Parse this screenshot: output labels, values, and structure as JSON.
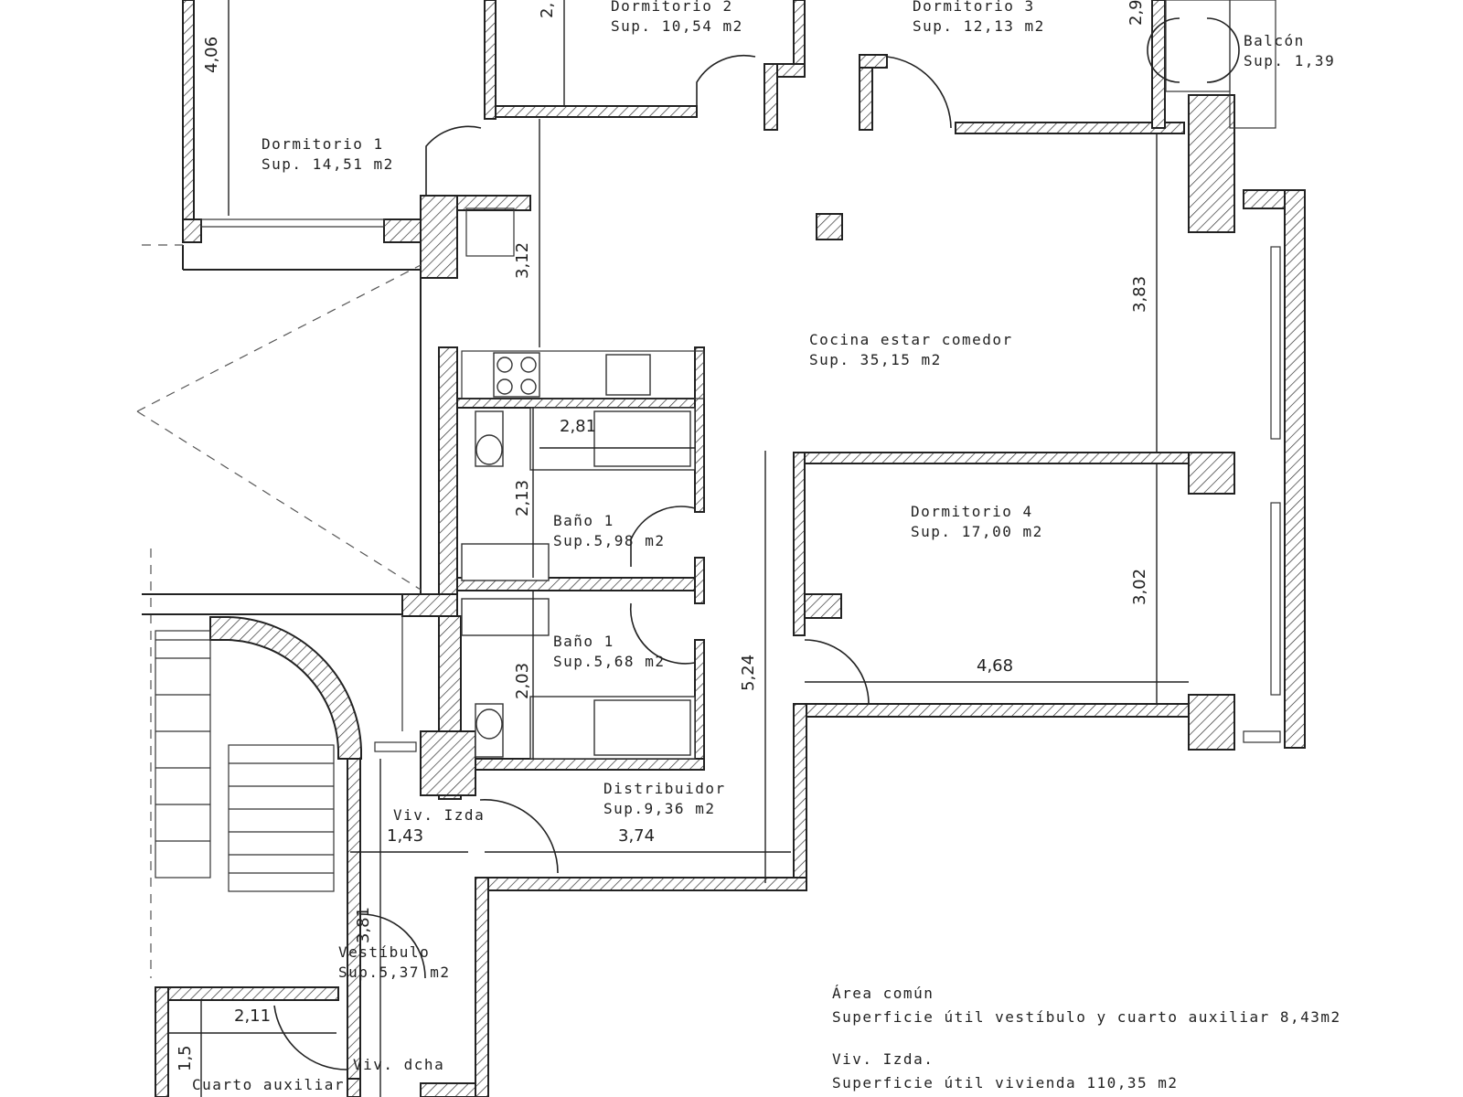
{
  "rooms": [
    {
      "name": "Dormitorio 1",
      "area": "Sup. 14,51 m2"
    },
    {
      "name": "Dormitorio 2",
      "area": "Sup. 10,54 m2"
    },
    {
      "name": "Dormitorio 3",
      "area": "Sup. 12,13 m2"
    },
    {
      "name": "Balcón",
      "area": "Sup. 1,39"
    },
    {
      "name": "Cocina estar comedor",
      "area": "Sup. 35,15 m2"
    },
    {
      "name": "Dormitorio 4",
      "area": "Sup. 17,00 m2"
    },
    {
      "name": "Baño 1",
      "area": "Sup.5,98 m2"
    },
    {
      "name": "Baño 1",
      "area": "Sup.5,68 m2"
    },
    {
      "name": "Distribuidor",
      "area": "Sup.9,36 m2"
    },
    {
      "name": "Vestíbulo",
      "area": "Sup.5,37 m2"
    },
    {
      "name": "Cuarto auxiliar",
      "area": ""
    }
  ],
  "labels": {
    "viv_izda": "Viv. Izda",
    "viv_dcha": "Viv. dcha"
  },
  "dimensions": {
    "d1": "4,06",
    "d2": "2,",
    "d3": "2,9",
    "d4": "3,12",
    "d5": "3,83",
    "d6": "2,81",
    "d7": "2,13",
    "d8": "2,03",
    "d9": "5,24",
    "d10": "3,02",
    "d11": "4,68",
    "d12": "1,43",
    "d13": "3,74",
    "d14": "3,81",
    "d15": "2,11",
    "d16": "1,5"
  },
  "notes": {
    "area_comun": "Área común",
    "sup_vestibulo": "Superficie útil vestíbulo y cuarto auxiliar 8,43m2",
    "viv_izda": "Viv. Izda.",
    "sup_vivienda": "Superficie útil vivienda 110,35 m2"
  }
}
